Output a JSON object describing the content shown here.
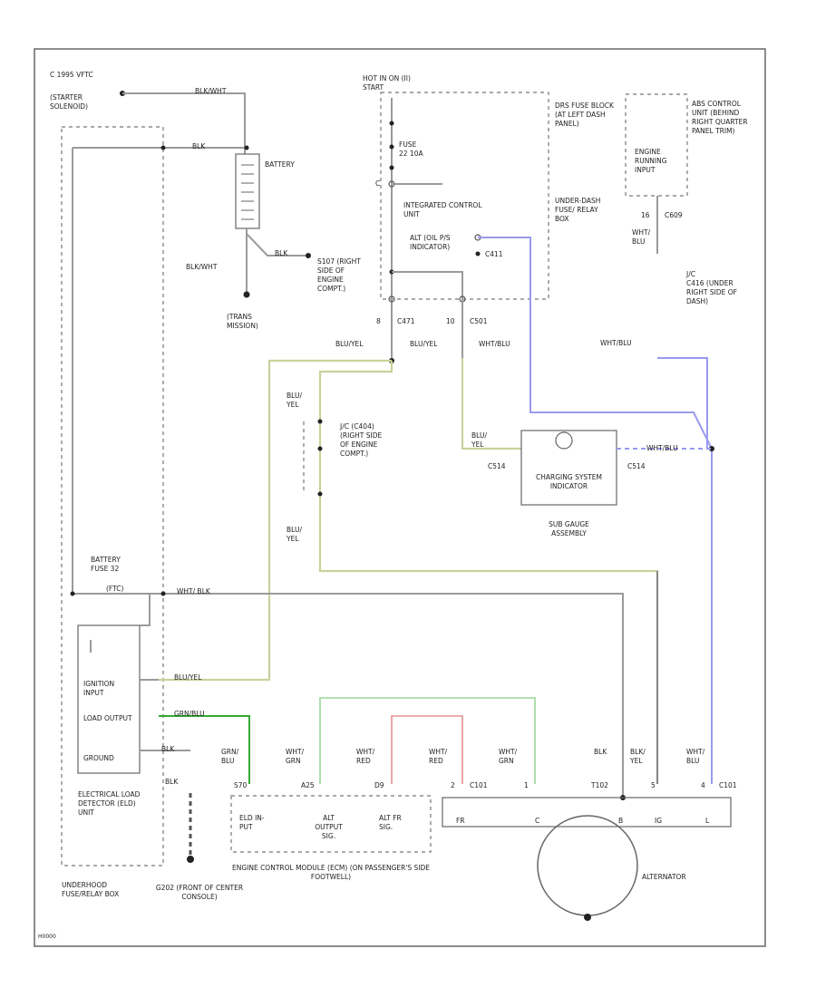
{
  "colors": {
    "wire_black": "#555555",
    "wire_gray": "#9a9a9a",
    "wire_blu_yel": "#c8d39a",
    "wire_grn_blu": "#33aa33",
    "wire_wht_grn": "#9ad59a",
    "wire_wht_red": "#e89090",
    "wire_wht_blu": "#9a9af0"
  },
  "labels": {
    "copyright": "C 1995 VFTC",
    "starter": "(STARTER SOLENOID)",
    "blk_wht_top": "BLK/WHT",
    "blk_a": "BLK",
    "battery": "BATTERY",
    "blk_wht_bat": "BLK/WHT",
    "blk_bat": "BLK",
    "trans_ground": "(TRANS MISSION)",
    "hot_in_on": "HOT IN ON (II) START",
    "fuse_22": "FUSE 22 10A",
    "c_num_a": "C",
    "fuse_block": "DRS FUSE BLOCK (AT LEFT DASH PANEL)",
    "under_dash_relay": "UNDER-DASH FUSE/ RELAY BOX",
    "integrated_control": "INTEGRATED CONTROL UNIT",
    "alt_indicator": "ALT (OIL P/S INDICATOR)",
    "c411": "C411",
    "s107": "S107 (RIGHT SIDE OF ENGINE COMPT.)",
    "c471": "C471",
    "c501": "C501",
    "pin_8": "8",
    "pin_10": "10",
    "blu_yel_1": "BLU/YEL",
    "blu_yel_2": "BLU/YEL",
    "wht_blu_1": "WHT/BLU",
    "engine_running": "ENGINE RUNNING INPUT",
    "abs_unit": "ABS CONTROL UNIT (BEHIND RIGHT QUARTER PANEL TRIM)",
    "c609": "C609",
    "pin_16": "16",
    "wht_blu_abs": "WHT/ BLU",
    "j_c": "J/C",
    "c416": "C416 (UNDER RIGHT SIDE OF DASH)",
    "wht_blu_2": "WHT/BLU",
    "blu_yel_3": "BLU/ YEL",
    "jc_c404": "J/C (C404) (RIGHT SIDE OF ENGINE COMPT.)",
    "blu_yel_4": "BLU/ YEL",
    "blu_yel_5": "BLU/ YEL",
    "c514": "C514",
    "c514b": "C514",
    "charging_indicator": "CHARGING SYSTEM INDICATOR",
    "gauge_assembly": "SUB GAUGE ASSEMBLY",
    "wht_blu_3": "WHT/BLU",
    "battery_fuse": "BATTERY FUSE 32",
    "fuse_amp": "(FTC)",
    "wht_blk": "WHT/ BLK",
    "ignition_input": "IGNITION INPUT",
    "load_output": "LOAD OUTPUT",
    "ground": "GROUND",
    "blu_yel_6": "BLU/YEL",
    "grn_blu": "GRN/BLU",
    "blk_gnd": "BLK",
    "blk_gnd2": "BLK",
    "eld_unit": "ELECTRICAL LOAD DETECTOR (ELD) UNIT",
    "fuse_relay_box": "UNDERHOOD FUSE/RELAY BOX",
    "g202": "G202 (FRONT OF CENTER CONSOLE)",
    "grn_blu_w": "GRN/ BLU",
    "wht_grn_w": "WHT/ GRN",
    "wht_red_w": "WHT/ RED",
    "wht_red_w2": "WHT/ RED",
    "wht_grn_w2": "WHT/ GRN",
    "blk_w": "BLK",
    "blk_yel_w": "BLK/ YEL",
    "wht_blu_w": "WHT/ BLU",
    "c_s70": "S70",
    "c_a25": "A25",
    "c_d9": "D9",
    "c_c101": "C101",
    "c_t102": "T102",
    "c_c101b": "C101",
    "p_1": "1",
    "p_2": "2",
    "p_4": "4",
    "p_5": "5",
    "eld_in": "ELD IN- PUT",
    "alt_output": "ALT OUTPUT SIG.",
    "alt_fr": "ALT FR SIG.",
    "ecm": "ENGINE CONTROL MODULE (ECM) (ON PASSENGER'S SIDE FOOTWELL)",
    "alt_fr_pin": "FR",
    "alt_c_pin": "C",
    "alt_b_pin": "B",
    "alt_ig_pin": "IG",
    "alt_l_pin": "L",
    "alternator": "ALTERNATOR",
    "footer": "H0000"
  }
}
